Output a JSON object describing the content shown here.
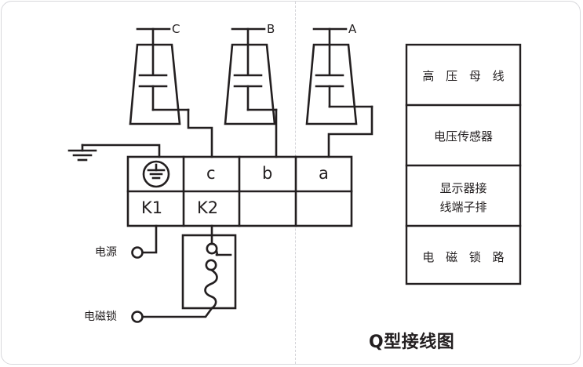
{
  "diagram": {
    "title": "Q型接线图",
    "phases": [
      {
        "id": "C",
        "label": "C"
      },
      {
        "id": "B",
        "label": "B"
      },
      {
        "id": "A",
        "label": "A"
      }
    ],
    "terminal_table": {
      "rows": [
        [
          "ground-symbol",
          "c",
          "b",
          "a"
        ],
        [
          "K1",
          "K2",
          "",
          ""
        ]
      ]
    },
    "terminals": [
      {
        "name": "power-terminal",
        "label": "电源"
      },
      {
        "name": "electromagnetic-lock-terminal",
        "label": "电磁锁"
      }
    ],
    "legend": {
      "rows": [
        {
          "name": "high-voltage-busbar",
          "lines": [
            "高 压 母 线"
          ],
          "spaced": true
        },
        {
          "name": "voltage-sensor",
          "lines": [
            "电压传感器"
          ],
          "spaced": false
        },
        {
          "name": "display-terminal-block",
          "lines": [
            "显示器接",
            "线端子排"
          ],
          "spaced": false
        },
        {
          "name": "electromagnetic-lock-circuit",
          "lines": [
            "电 磁 锁 路"
          ],
          "spaced": true
        }
      ]
    },
    "colors": {
      "line": "#231f20",
      "background": "#ffffff",
      "divider": "#d5d5d9"
    }
  }
}
